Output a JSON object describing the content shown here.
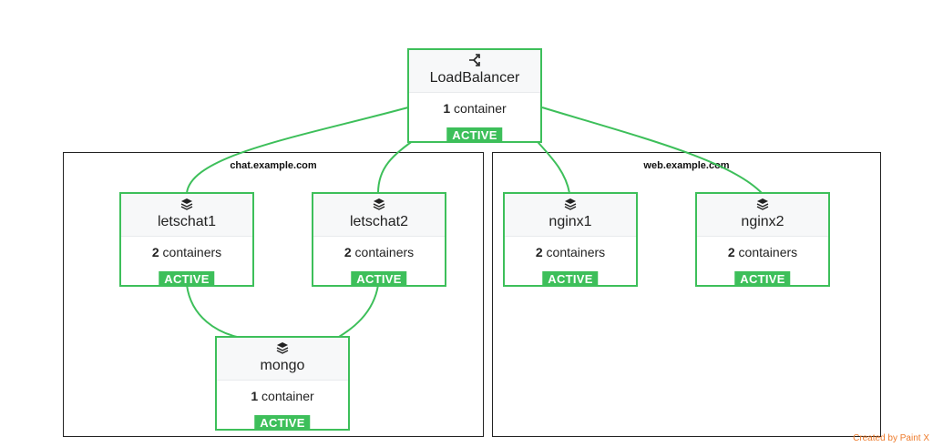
{
  "hosts": [
    {
      "label": "chat.example.com"
    },
    {
      "label": "web.example.com"
    }
  ],
  "services": {
    "lb": {
      "name": "LoadBalancer",
      "count": "1",
      "unit": "container",
      "status": "ACTIVE",
      "icon": "load-balancer-icon"
    },
    "letschat1": {
      "name": "letschat1",
      "count": "2",
      "unit": "containers",
      "status": "ACTIVE",
      "icon": "stack-icon"
    },
    "letschat2": {
      "name": "letschat2",
      "count": "2",
      "unit": "containers",
      "status": "ACTIVE",
      "icon": "stack-icon"
    },
    "nginx1": {
      "name": "nginx1",
      "count": "2",
      "unit": "containers",
      "status": "ACTIVE",
      "icon": "stack-icon"
    },
    "nginx2": {
      "name": "nginx2",
      "count": "2",
      "unit": "containers",
      "status": "ACTIVE",
      "icon": "stack-icon"
    },
    "mongo": {
      "name": "mongo",
      "count": "1",
      "unit": "container",
      "status": "ACTIVE",
      "icon": "stack-icon"
    }
  },
  "links": [
    {
      "from": "LoadBalancer",
      "to": "letschat1"
    },
    {
      "from": "LoadBalancer",
      "to": "letschat2"
    },
    {
      "from": "LoadBalancer",
      "to": "nginx1"
    },
    {
      "from": "LoadBalancer",
      "to": "nginx2"
    },
    {
      "from": "letschat1",
      "to": "mongo"
    },
    {
      "from": "letschat2",
      "to": "mongo"
    }
  ],
  "colors": {
    "active": "#3dbf5a",
    "border": "#222222",
    "watermark": "#ee7a2a"
  },
  "watermark": "Created by Paint X"
}
